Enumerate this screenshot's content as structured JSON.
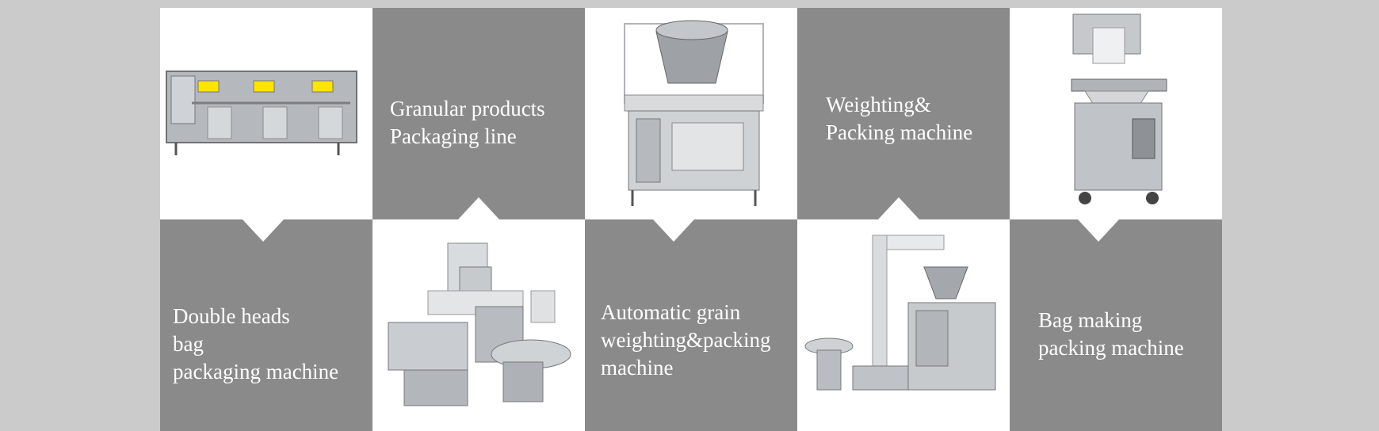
{
  "tiles": {
    "t1": "Double heads bag packaging machine",
    "t2": "Granular products Packaging line",
    "t3": "Automatic grain weighting&packing machine",
    "t4": "Weighting& Packing machine",
    "t5": "Bag making packing machine"
  },
  "labels": {
    "double_heads": [
      "Double heads",
      "bag",
      "packaging machine"
    ],
    "granular": [
      "Granular products",
      "Packaging line"
    ],
    "automatic": [
      "Automatic grain",
      "weighting&packing",
      "machine"
    ],
    "weighting": [
      "Weighting&",
      "Packing machine"
    ],
    "bag_making": [
      "Bag making",
      "packing machine"
    ]
  },
  "colors": {
    "tile_gray": "#8a8a8a",
    "tile_white": "#ffffff",
    "background": "#cbcbcb",
    "text": "#ffffff"
  },
  "icons": [
    "machine-photo"
  ]
}
